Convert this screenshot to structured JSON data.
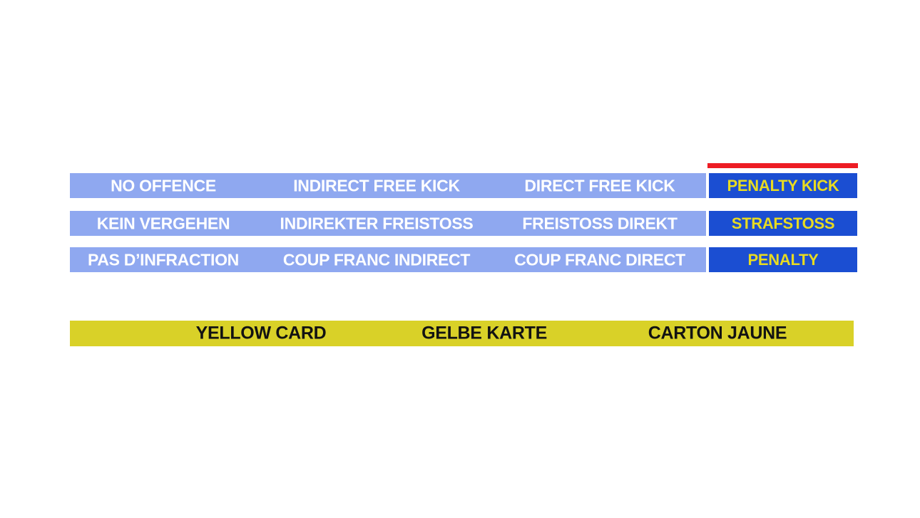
{
  "colors": {
    "light_blue": "#8FA8F0",
    "dark_blue": "#1B4ED2",
    "highlight_red": "#ED1C24",
    "card_yellow": "#D9D128",
    "penalty_text_yellow": "#E8DB21",
    "row_text_white": "#FFFFFF",
    "card_text_dark": "#121212",
    "background": "#FFFFFF"
  },
  "sanction_table": {
    "rows": [
      {
        "language": "english",
        "cells": [
          "NO OFFENCE",
          "INDIRECT FREE KICK",
          "DIRECT FREE KICK",
          "PENALTY KICK"
        ]
      },
      {
        "language": "german",
        "cells": [
          "KEIN VERGEHEN",
          "INDIREKTER FREISTOSS",
          "FREISTOSS DIREKT",
          "STRAFSTOSS"
        ]
      },
      {
        "language": "french",
        "cells": [
          "PAS D’INFRACTION",
          "COUP FRANC INDIRECT",
          "COUP FRANC DIRECT",
          "PENALTY"
        ]
      }
    ]
  },
  "card_bar": {
    "labels": [
      "YELLOW CARD",
      "GELBE KARTE",
      "CARTON JAUNE"
    ]
  }
}
